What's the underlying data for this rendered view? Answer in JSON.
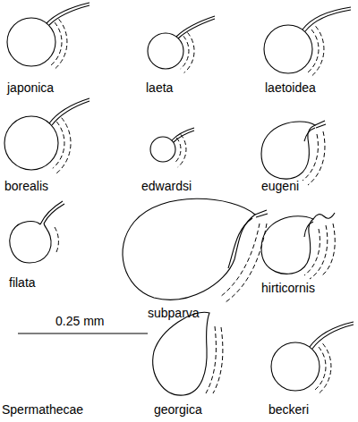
{
  "diagram": {
    "labels": [
      "japonica",
      "laeta",
      "laetoidea",
      "borealis",
      "edwardsi",
      "eugeni",
      "filata",
      "subparva",
      "hirticornis",
      "0.25 mm",
      "georgica",
      "beckeri",
      "Spermathecae"
    ]
  }
}
